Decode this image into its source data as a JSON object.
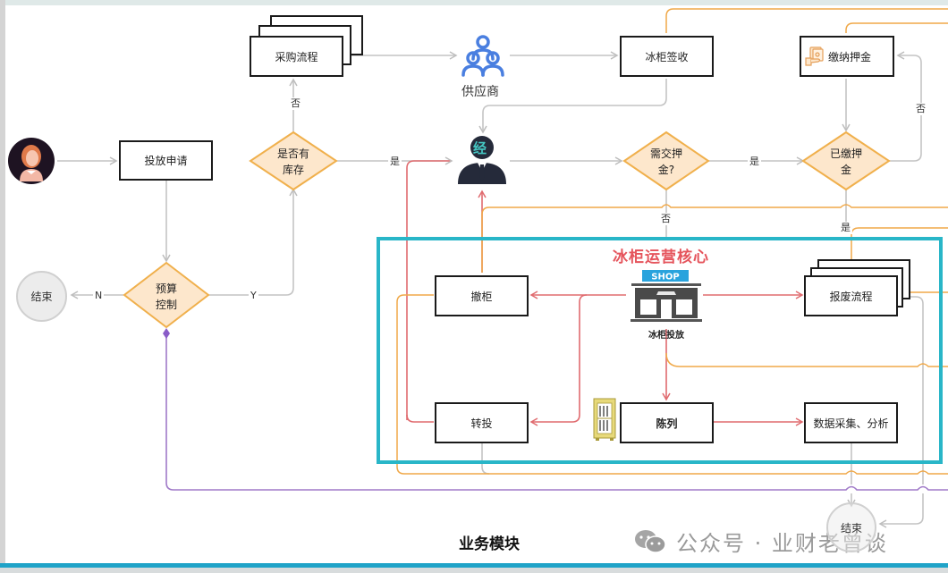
{
  "diagram": {
    "module_title": "业务模块",
    "core_section_title": "冰柜运营核心",
    "watermark": "公众号 · 业财老曾谈",
    "colors": {
      "core_border": "#29b6c8",
      "core_title": "#e5545c",
      "decision_fill": "#fde7cc",
      "decision_stroke": "#f0b04c",
      "flow_gray": "#c4c4c4",
      "flow_red": "#e06b6f",
      "flow_orange": "#f0a848",
      "flow_purple": "#a07ac8"
    },
    "actors": {
      "applicant": {
        "icon": "user-avatar-icon"
      },
      "supplier": {
        "icon": "supplier-group-icon",
        "label": "供应商"
      },
      "dealer": {
        "icon": "dealer-person-icon",
        "badge": "经"
      }
    },
    "nodes": {
      "apply": "投放申请",
      "purchase": "采购流程",
      "receive": "冰柜签收",
      "pay_deposit": "缴纳押金",
      "withdraw": "撤柜",
      "transfer": "转投",
      "display": "陈列",
      "scrap": "报废流程",
      "data": "数据采集、分析",
      "deploy": "冰柜投放",
      "shop_sign": "SHOP"
    },
    "decisions": {
      "budget": "预算\n控制",
      "stock": "是否有\n库存",
      "need_deposit": "需交押\n金?",
      "paid_deposit": "已缴押\n金"
    },
    "ends": {
      "end_left": "结束",
      "end_right": "结束"
    },
    "edge_labels": {
      "no_stock": "否",
      "has_stock": "是",
      "budget_no": "N",
      "budget_yes": "Y",
      "need_yes": "是",
      "need_no": "否",
      "paid_no": "否",
      "paid_yes": "是"
    }
  }
}
